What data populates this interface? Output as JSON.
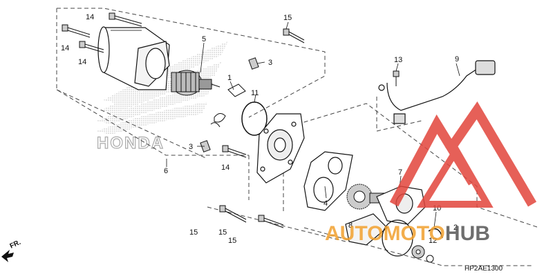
{
  "diagram": {
    "code": "HP2AE1300",
    "direction_label": "FR.",
    "brand_text": "HONDA",
    "watermark": {
      "part1": "AUTO",
      "part2": "MOTO",
      "part3": "HUB"
    },
    "callouts": {
      "c1": "1",
      "c2": "2",
      "c3a": "3",
      "c3b": "3",
      "c4": "4",
      "c5": "5",
      "c6": "6",
      "c7": "7",
      "c8": "8",
      "c9": "9",
      "c10": "10",
      "c11": "11",
      "c12": "12",
      "c13": "13",
      "c14a": "14",
      "c14b": "14",
      "c14c": "14",
      "c14d": "14",
      "c15a": "15",
      "c15b": "15",
      "c15c": "15",
      "c15d": "15"
    },
    "colors": {
      "watermark_orange": "#F2A12E",
      "watermark_red": "#E2453C",
      "watermark_grey": "#555555"
    }
  }
}
